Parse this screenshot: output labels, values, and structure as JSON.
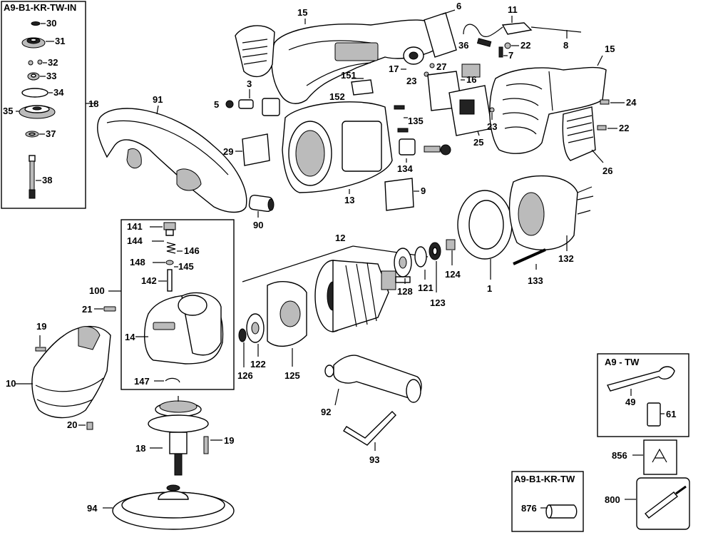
{
  "kits": {
    "in_kit": "A9-B1-KR-TW-IN",
    "tw_kit": "A9 - TW",
    "kr_kit": "A9-B1-KR-TW"
  },
  "callouts": {
    "c30": "30",
    "c31": "31",
    "c32": "32",
    "c33": "33",
    "c34": "34",
    "c35": "35",
    "c37": "37",
    "c38": "38",
    "c18a": "18",
    "c91": "91",
    "c15a": "15",
    "c6": "6",
    "c11": "11",
    "c8": "8",
    "c36": "36",
    "c22a": "22",
    "c7": "7",
    "c17": "17",
    "c27": "27",
    "c23a": "23",
    "c16": "16",
    "c15b": "15",
    "c5": "5",
    "c3": "3",
    "c151": "151",
    "c152": "152",
    "c24": "24",
    "c29": "29",
    "c135": "135",
    "c23b": "23",
    "c22b": "22",
    "c25": "25",
    "c26": "26",
    "c134": "134",
    "c13": "13",
    "c9": "9",
    "c90": "90",
    "c141": "141",
    "c144": "144",
    "c146": "146",
    "c148": "148",
    "c145": "145",
    "c142": "142",
    "c100": "100",
    "c21": "21",
    "c14": "14",
    "c147": "147",
    "c19a": "19",
    "c10": "10",
    "c20": "20",
    "c12": "12",
    "c124": "124",
    "c132": "132",
    "c1": "1",
    "c133": "133",
    "c128": "128",
    "c121": "121",
    "c123": "123",
    "c126": "126",
    "c122": "122",
    "c125": "125",
    "c92": "92",
    "c93": "93",
    "c18b": "18",
    "c19b": "19",
    "c94": "94",
    "c49": "49",
    "c61": "61",
    "c856": "856",
    "c800": "800",
    "c876": "876"
  }
}
